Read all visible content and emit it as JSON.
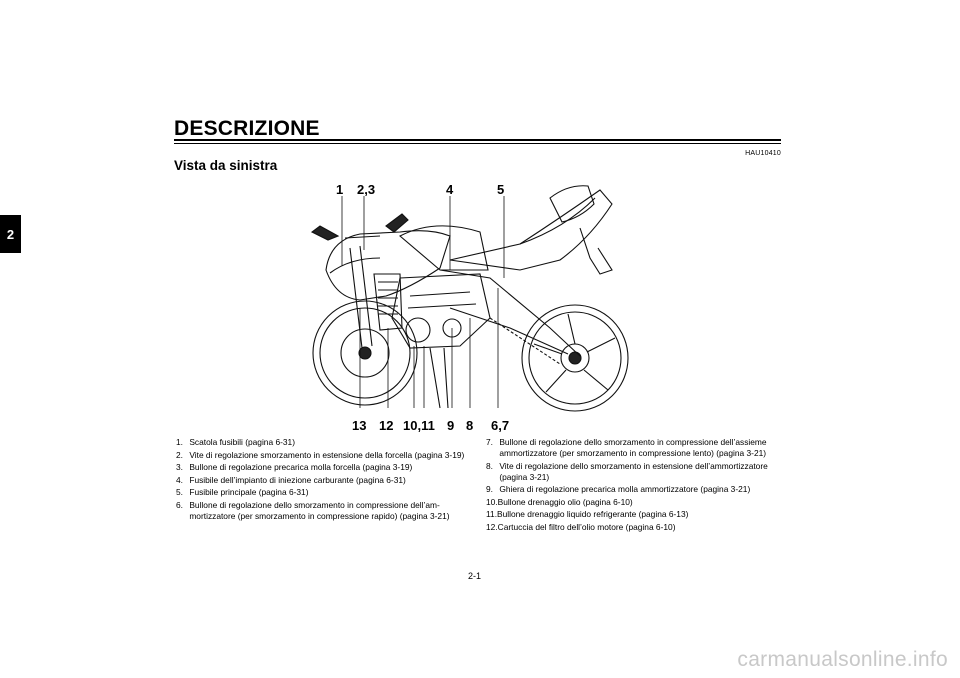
{
  "chapter_tab": "2",
  "page_title": "DESCRIZIONE",
  "code": "HAU10410",
  "section_title": "Vista da sinistra",
  "callouts_top": [
    "1",
    "2,3",
    "4",
    "5"
  ],
  "callouts_bottom": [
    "13",
    "12",
    "10,11",
    "9",
    "8",
    "6,7"
  ],
  "legend_left": [
    {
      "num": "1.",
      "text": "Scatola fusibili (pagina 6-31)"
    },
    {
      "num": "2.",
      "text": "Vite di regolazione smorzamento in estensione della forcella (pagina 3-19)"
    },
    {
      "num": "3.",
      "text": "Bullone di regolazione precarica molla forcella (pagina 3-19)"
    },
    {
      "num": "4.",
      "text": "Fusibile dell’impianto di iniezione carburante (pagina 6-31)"
    },
    {
      "num": "5.",
      "text": "Fusibile principale (pagina 6-31)"
    },
    {
      "num": "6.",
      "text": "Bullone di regolazione dello smorzamento in compressione dell’am-mortizzatore (per smorzamento in compressione rapido) (pagina 3-21)"
    }
  ],
  "legend_right": [
    {
      "num": "7.",
      "text": "Bullone di regolazione dello smorzamento in compressione dell’assieme ammortizzatore (per smorzamento in compressione lento) (pagina 3-21)"
    },
    {
      "num": "8.",
      "text": "Vite di regolazione dello smorzamento in estensione dell’ammortizzatore (pagina 3-21)"
    },
    {
      "num": "9.",
      "text": "Ghiera di regolazione precarica molla ammortizzatore (pagina 3-21)"
    },
    {
      "num": "10.",
      "text": "Bullone drenaggio olio (pagina 6-10)"
    },
    {
      "num": "11.",
      "text": "Bullone drenaggio liquido refrigerante (pagina 6-13)"
    },
    {
      "num": "12.",
      "text": "Cartuccia del filtro dell’olio motore (pagina 6-10)"
    }
  ],
  "page_number": "2-1",
  "watermark": "carmanualsonline.info"
}
